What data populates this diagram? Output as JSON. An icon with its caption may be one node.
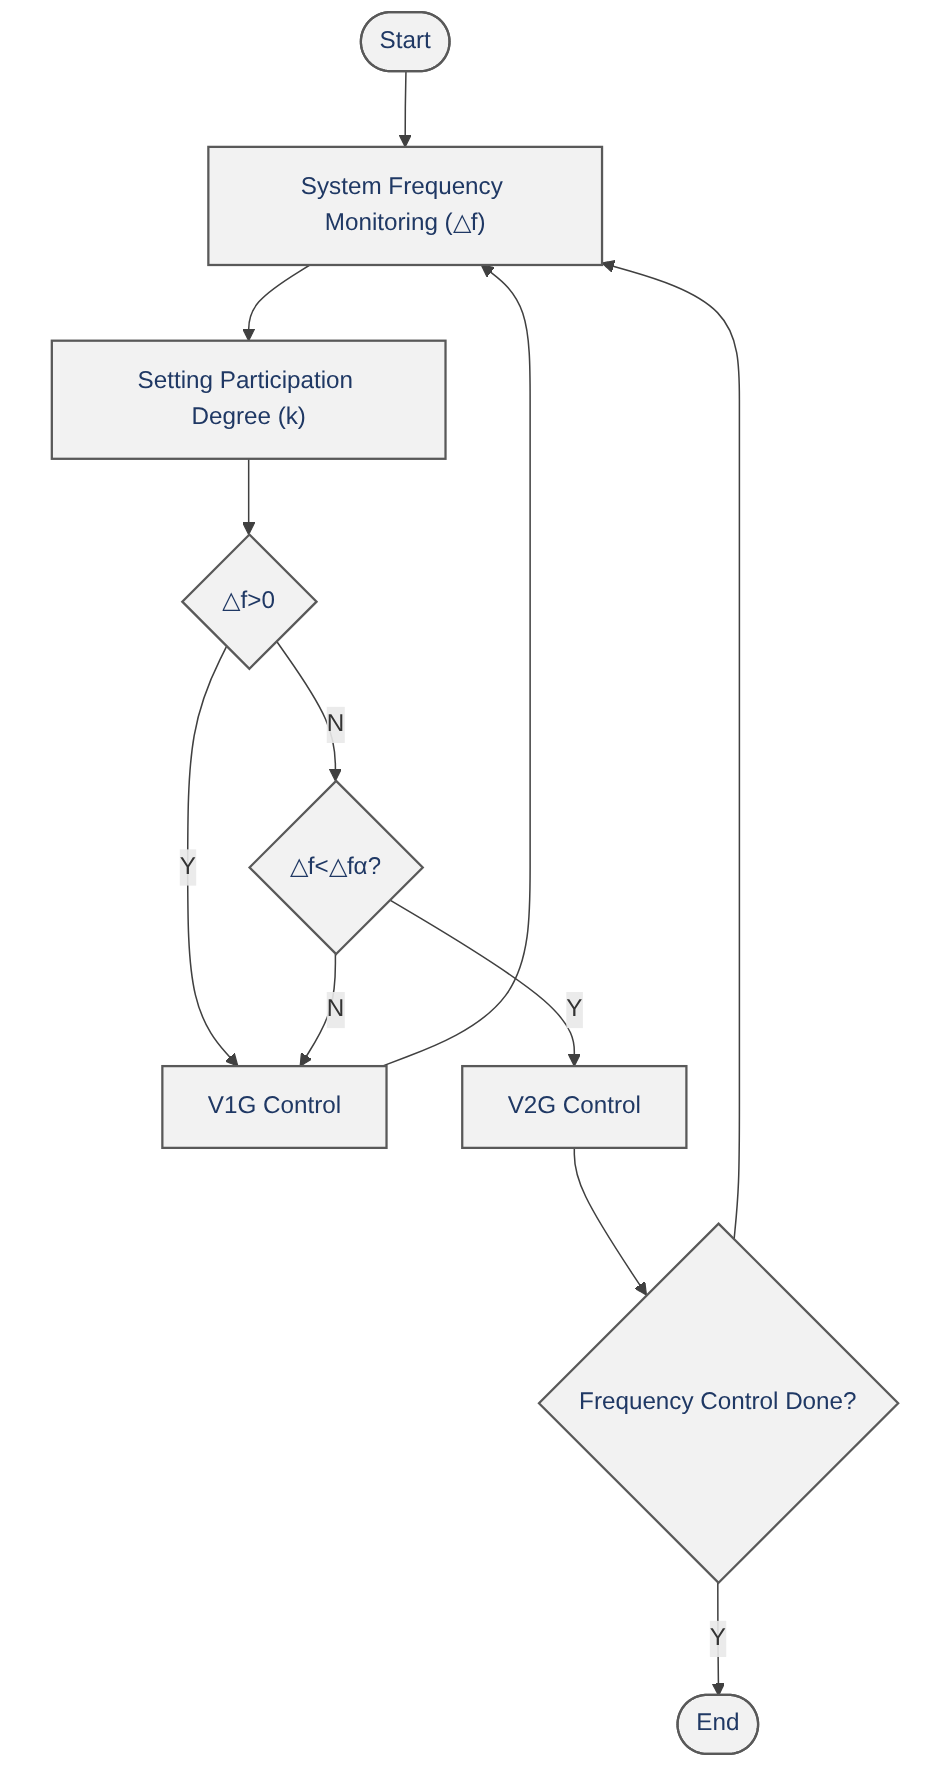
{
  "diagram": {
    "nodes": [
      {
        "text": [
          "Start"
        ]
      },
      {
        "text": [
          "System Frequency Monitoring (△f)"
        ]
      },
      {
        "text": [
          "Setting Participation Degree (k)"
        ]
      },
      {
        "text": [
          "△f>0"
        ]
      },
      {
        "text": [
          "V1G Control"
        ]
      },
      {
        "text": [
          "△f<△fα?"
        ]
      },
      {
        "text": [
          "V2G Control"
        ]
      },
      {
        "text": [
          "Frequency Control Done?"
        ]
      },
      {
        "text": [
          "End"
        ]
      }
    ],
    "edges": [
      {
        "from": 0,
        "to": 1,
        "arrow": "to"
      },
      {
        "from": 1,
        "to": 2,
        "arrow": "to"
      },
      {
        "from": 2,
        "to": 3,
        "arrow": "to"
      },
      {
        "from": 3,
        "to": 4,
        "arrow": "to",
        "label": "Y"
      },
      {
        "from": 3,
        "to": 5,
        "arrow": "to",
        "label": "N"
      },
      {
        "from": 5,
        "to": 4,
        "arrow": "to",
        "label": "N"
      },
      {
        "from": 4,
        "to": 1,
        "arrow": "to"
      },
      {
        "from": 5,
        "to": 6,
        "arrow": "to",
        "label": "Y"
      },
      {
        "from": 6,
        "to": 7,
        "arrow": "to"
      },
      {
        "from": 7,
        "to": 1,
        "arrow": "to"
      },
      {
        "from": 7,
        "to": 8,
        "arrow": "to",
        "label": "Y"
      }
    ]
  }
}
